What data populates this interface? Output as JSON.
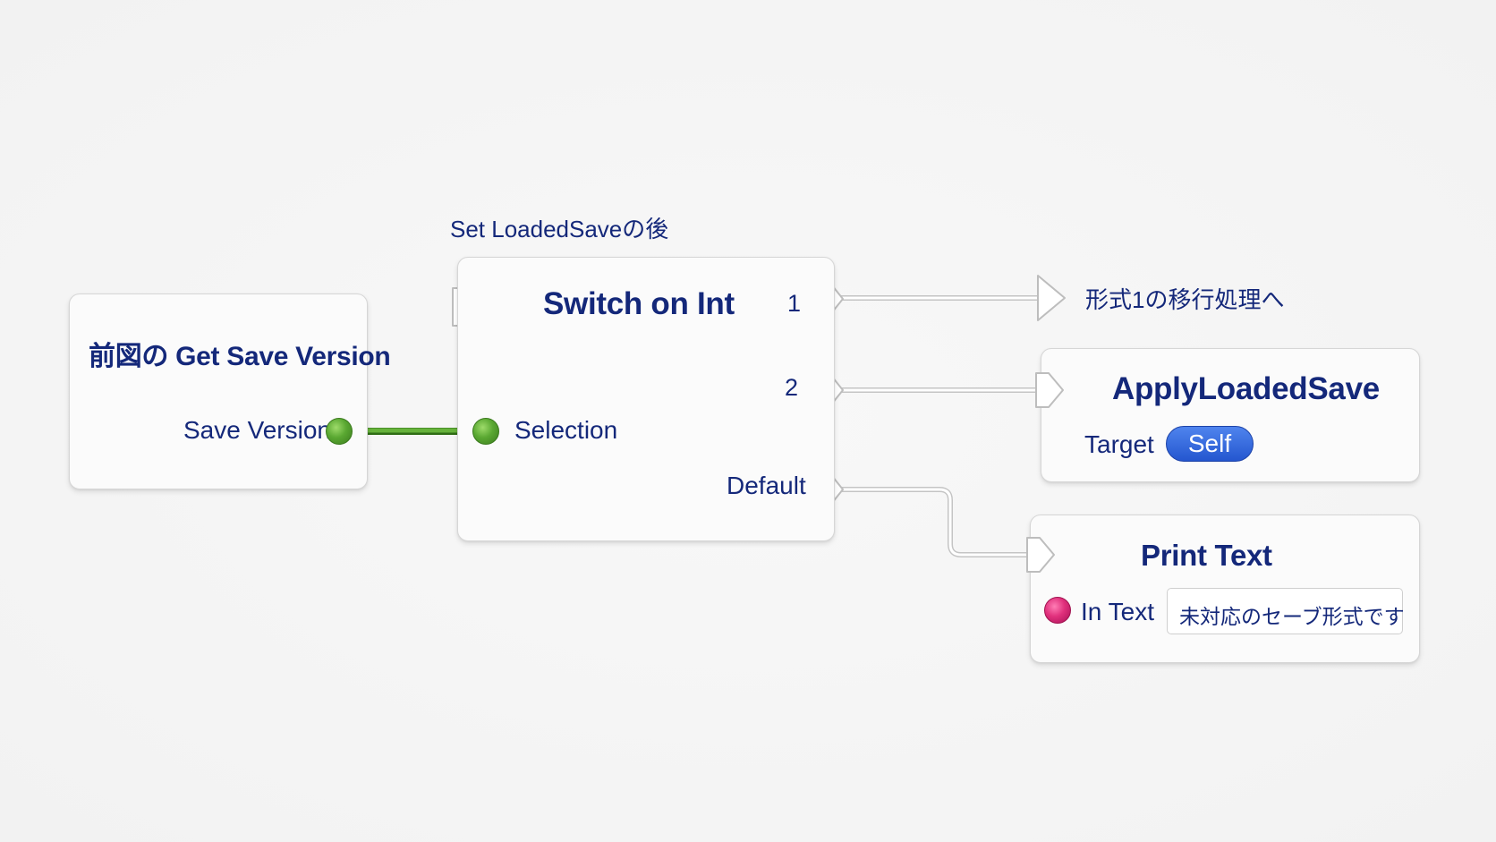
{
  "comment_label": "Set LoadedSaveの後",
  "get_save_version_node": {
    "title": "前図の Get Save Version",
    "output_label": "Save Version"
  },
  "switch_node": {
    "title": "Switch on Int",
    "input_label": "Selection",
    "outputs": [
      "1",
      "2",
      "Default"
    ]
  },
  "migration_label": "形式1の移行処理へ",
  "apply_node": {
    "title": "ApplyLoadedSave",
    "target_label": "Target",
    "target_value": "Self"
  },
  "print_node": {
    "title": "Print Text",
    "input_label": "In Text",
    "input_value": "未対応のセーブ形式です"
  },
  "colors": {
    "text": "#14287a",
    "data_pin_int": "#5aa832",
    "data_pin_string": "#e0307c",
    "self_pill": "#2f62dc"
  }
}
